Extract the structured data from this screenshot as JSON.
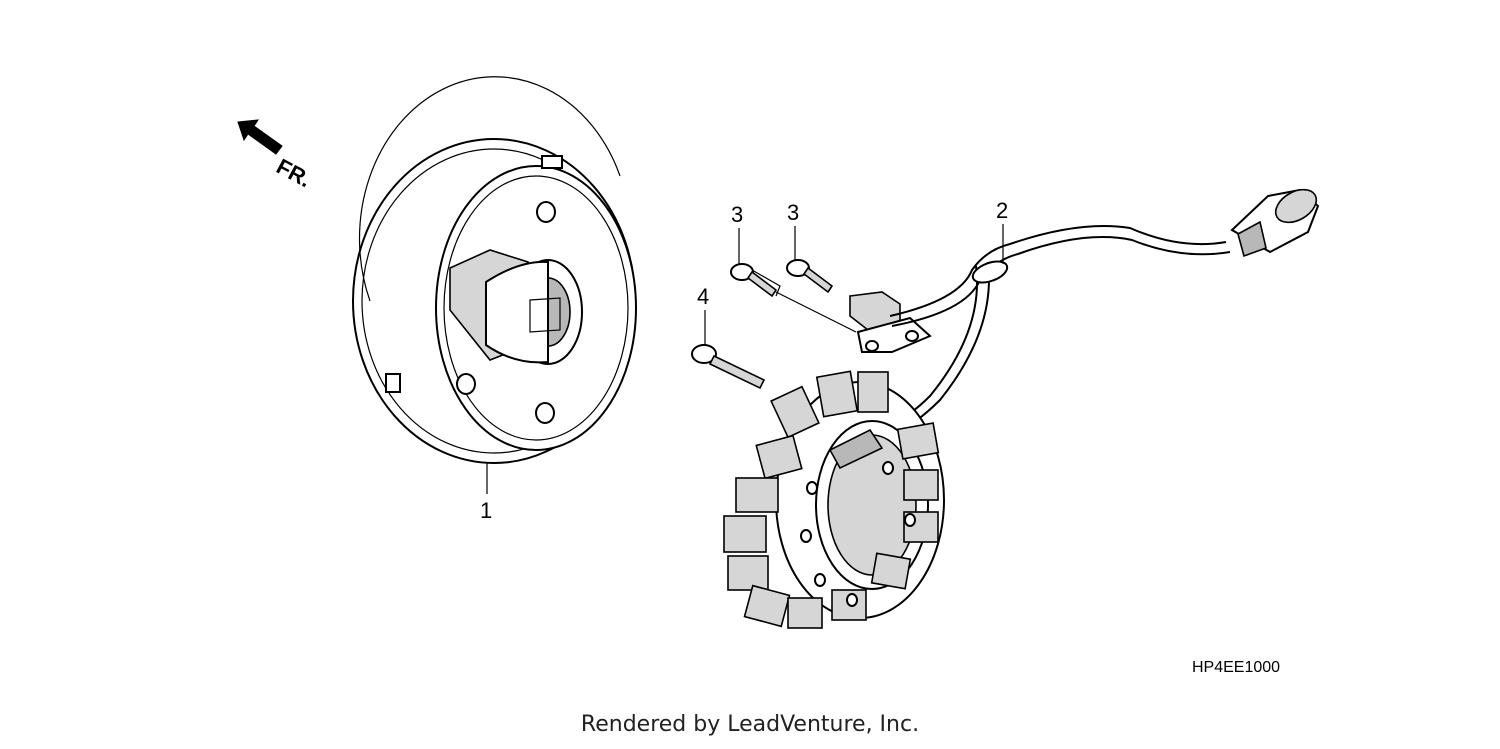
{
  "direction_label": "FR.",
  "callouts": [
    {
      "id": "1",
      "label": "1"
    },
    {
      "id": "2",
      "label": "2"
    },
    {
      "id": "3a",
      "label": "3"
    },
    {
      "id": "3b",
      "label": "3"
    },
    {
      "id": "4",
      "label": "4"
    }
  ],
  "diagram_code": "HP4EE1000",
  "footer_text": "Rendered by LeadVenture, Inc.",
  "icons": {
    "direction_arrow": "front-direction-arrow-icon"
  },
  "parts": [
    {
      "name": "flywheel-rotor"
    },
    {
      "name": "stator-assembly"
    },
    {
      "name": "pulse-generator"
    },
    {
      "name": "flange-bolt-short"
    },
    {
      "name": "flange-bolt-long"
    }
  ]
}
